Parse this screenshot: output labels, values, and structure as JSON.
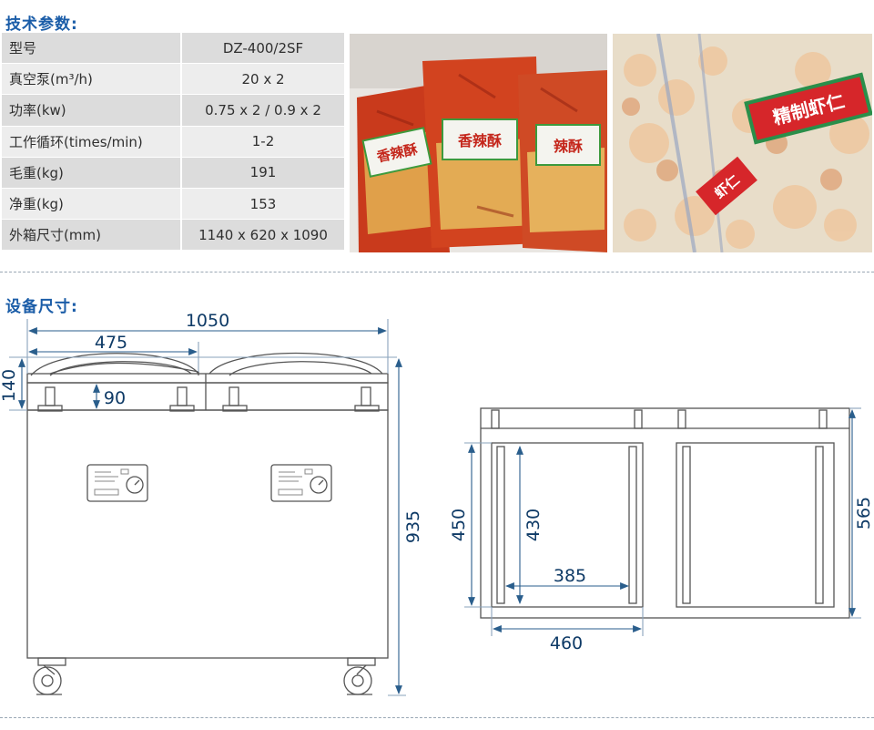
{
  "sections": {
    "tech_title": "技术参数:",
    "size_title": "设备尺寸:"
  },
  "specs": [
    {
      "label": "型号",
      "value": "DZ-400/2SF"
    },
    {
      "label": "真空泵(m³/h)",
      "value": "20 x 2"
    },
    {
      "label": "功率(kw)",
      "value": "0.75 x 2 / 0.9 x 2"
    },
    {
      "label": "工作循环(times/min)",
      "value": "1-2"
    },
    {
      "label": "毛重(kg)",
      "value": "191"
    },
    {
      "label": "净重(kg)",
      "value": "153"
    },
    {
      "label": "外箱尺寸(mm)",
      "value": "1140 x 620 x 1090"
    }
  ],
  "photos": {
    "left_labels": [
      "香辣酥",
      "香辣酥",
      "辣酥"
    ],
    "right_labels": [
      "精制虾仁",
      "虾仁"
    ]
  },
  "dimensions": {
    "front": {
      "width_total": "1050",
      "width_half": "475",
      "lid_height": "140",
      "lid_inner": "90",
      "body_height": "935"
    },
    "top": {
      "depth_outer": "565",
      "depth_chamber": "450",
      "depth_inner": "430",
      "width_inner": "385",
      "width_chamber": "460"
    }
  },
  "colors": {
    "title": "#1b5da8",
    "dim_line": "#2a5e8c",
    "dim_text": "#0e3a66",
    "row_odd": "#dcdcdc",
    "row_even": "#ededed"
  }
}
